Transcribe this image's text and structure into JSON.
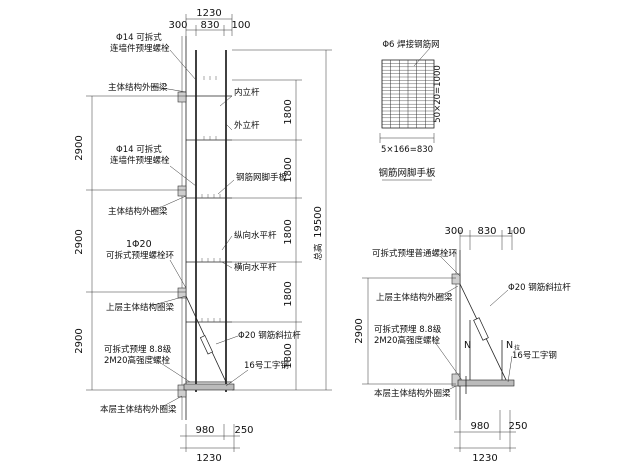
{
  "elevation": {
    "top_dims": {
      "overall": "1230",
      "left": "300",
      "middle": "830",
      "right": "100"
    },
    "bottom_dims": {
      "left": "980",
      "right": "250",
      "overall": "1230"
    },
    "story_heights": [
      "2900",
      "2900",
      "2900"
    ],
    "step_heights": [
      "1800",
      "1800",
      "1800",
      "1800",
      "1800"
    ],
    "total_height": "19500",
    "total_label": "总高",
    "labels": {
      "anchor_bolt_1": [
        "Φ14 可拆式",
        "连墙件预埋螺栓"
      ],
      "beam_1": "主体结构外圈梁",
      "inner_pole": "内立杆",
      "outer_pole": "外立杆",
      "anchor_bolt_2": [
        "Φ14 可拆式",
        "连墙件预埋螺栓"
      ],
      "beam_2": "主体结构外圈梁",
      "mesh_board": "钢筋网脚手板",
      "longitudinal_bar": "纵向水平杆",
      "bolt_ring": [
        "1Φ20",
        "可拆式预埋螺栓环"
      ],
      "transverse_bar": "横向水平杆",
      "upper_beam": "上层主体结构圈梁",
      "tie_rod": "Φ20 钢筋斜拉杆",
      "hs_bolt": [
        "可拆式预埋 8.8级",
        "2M20高强度螺栓"
      ],
      "i_beam": "16号工字钢",
      "this_beam": "本层主体结构外圈梁"
    }
  },
  "mesh_panel": {
    "top_label": "Φ6 焊接钢筋网",
    "side_label": "50×20=1000",
    "bottom_label": "5×166=830",
    "title": "钢筋网脚手板"
  },
  "detail": {
    "top_dims": {
      "left": "300",
      "middle": "830",
      "right": "100"
    },
    "height": "2900",
    "bottom_dims": {
      "left": "980",
      "right": "250",
      "overall": "1230"
    },
    "labels": {
      "bolt_ring": "可拆式预埋普通螺栓环",
      "tie_rod": "Φ20 钢筋斜拉杆",
      "upper_beam": "上层主体结构外圈梁",
      "hs_bolt": [
        "可拆式预埋 8.8级",
        "2M20高强度螺栓"
      ],
      "n_left": "N",
      "n_right": "N",
      "n_right_sub": "拉",
      "i_beam": "16号工字钢",
      "this_beam": "本层主体结构外圈梁"
    }
  }
}
